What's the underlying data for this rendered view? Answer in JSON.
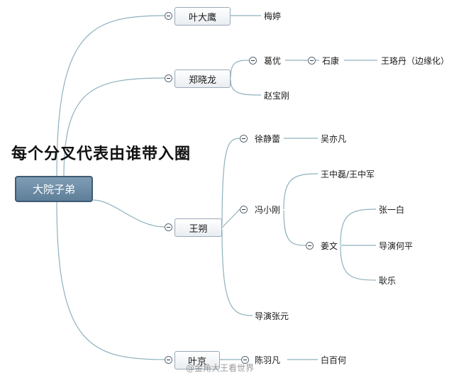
{
  "headline": "每个分叉代表由谁带入圈",
  "root": "大院子弟",
  "branches": {
    "ye_daying": {
      "label": "叶大鹰",
      "children": [
        "梅婷"
      ]
    },
    "zheng_xiaolong": {
      "label": "郑晓龙",
      "children": [
        "葛优",
        "赵宝刚"
      ],
      "sub": {
        "ge_you_child": "石康",
        "shi_kang_child": "王珞丹（边缘化）"
      }
    },
    "wang_shuo": {
      "label": "王朔",
      "children": [
        "徐静蕾",
        "冯小刚",
        "导演张元"
      ],
      "xu_child": "吴亦凡",
      "feng_children": [
        "王中磊/王中军",
        "姜文"
      ],
      "jiang_children": [
        "张一白",
        "导演何平",
        "耿乐"
      ]
    },
    "ye_jing": {
      "label": "叶京",
      "children": [
        "陈羽凡"
      ],
      "chen_child": "白百何"
    }
  },
  "watermark": "@金角大王看世界",
  "colors": {
    "line": "#8fb1bd",
    "root_fill": "#6f8ea8",
    "root_border": "#3f5b73"
  }
}
